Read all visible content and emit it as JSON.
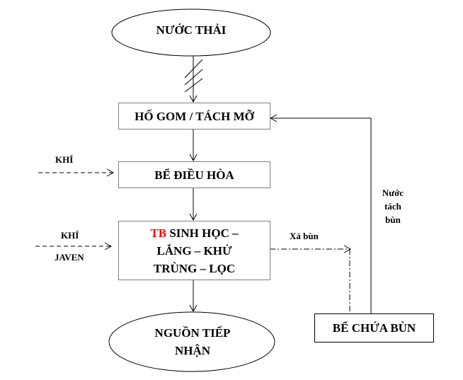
{
  "nodes": {
    "source": "NƯỚC THẢI",
    "collection_tank": "HỐ GOM / TÁCH MỠ",
    "equalization_tank": "BỂ ĐIỀU HÒA",
    "treatment": {
      "prefix": "TB",
      "line1_rest": " SINH HỌC –",
      "line2": "LẮNG – KHỬ",
      "line3": "TRÙNG – LỌC"
    },
    "receiving_body": {
      "line1": "NGUỒN TIẾP",
      "line2": "NHẬN"
    },
    "sludge_tank": "BỂ CHỨA BÙN"
  },
  "edge_labels": {
    "air_1": "KHÍ",
    "air_2": "KHÍ",
    "javen": "JAVEN",
    "sludge_discharge": "Xả bùn",
    "separated_water": [
      "Nước",
      "tách",
      "bùn"
    ]
  },
  "colors": {
    "highlight": "#ff0000",
    "border": "#7f7f7f",
    "line": "#000000"
  }
}
